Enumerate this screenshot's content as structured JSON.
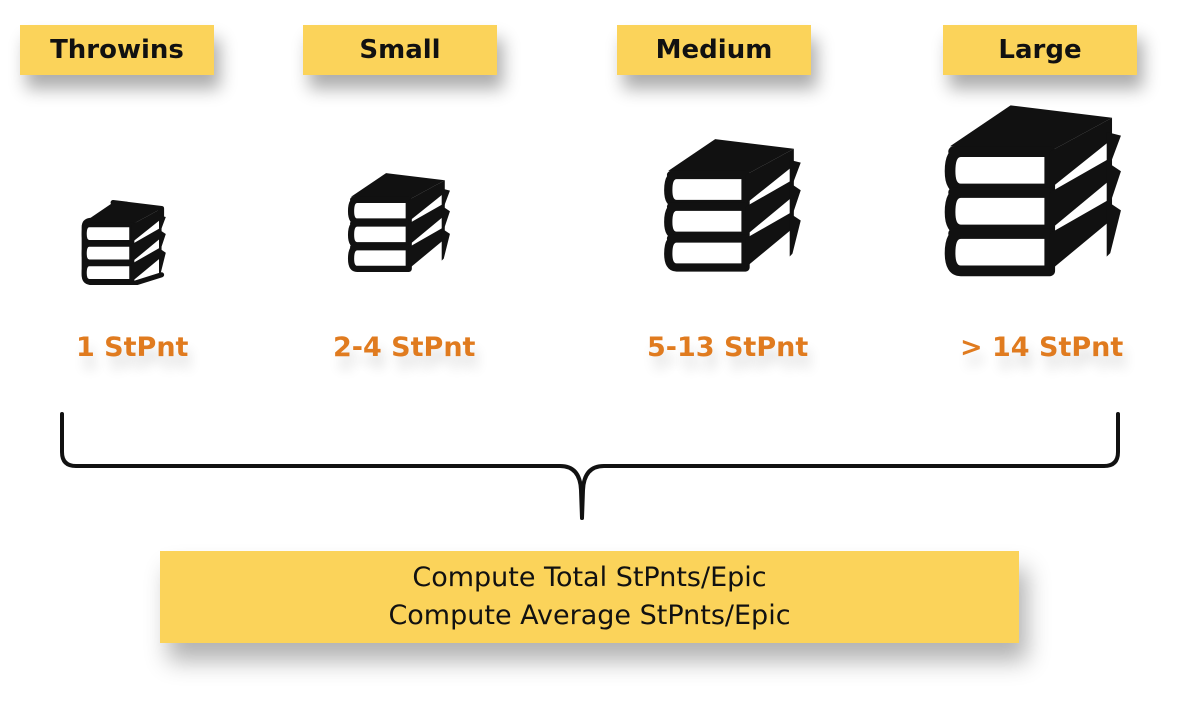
{
  "categories": [
    {
      "label": "Throwins",
      "points": "1 StPnt",
      "icon": "books-stack-icon"
    },
    {
      "label": "Small",
      "points": "2-4 StPnt",
      "icon": "books-stack-icon"
    },
    {
      "label": "Medium",
      "points": "5-13 StPnt",
      "icon": "books-stack-icon"
    },
    {
      "label": "Large",
      "points": "> 14 StPnt",
      "icon": "books-stack-icon"
    }
  ],
  "summary": {
    "line1": "Compute Total StPnts/Epic",
    "line2": "Compute Average StPnts/Epic"
  },
  "colors": {
    "label_bg": "#fbd35a",
    "points_text": "#e07b1f",
    "ink": "#111111"
  }
}
